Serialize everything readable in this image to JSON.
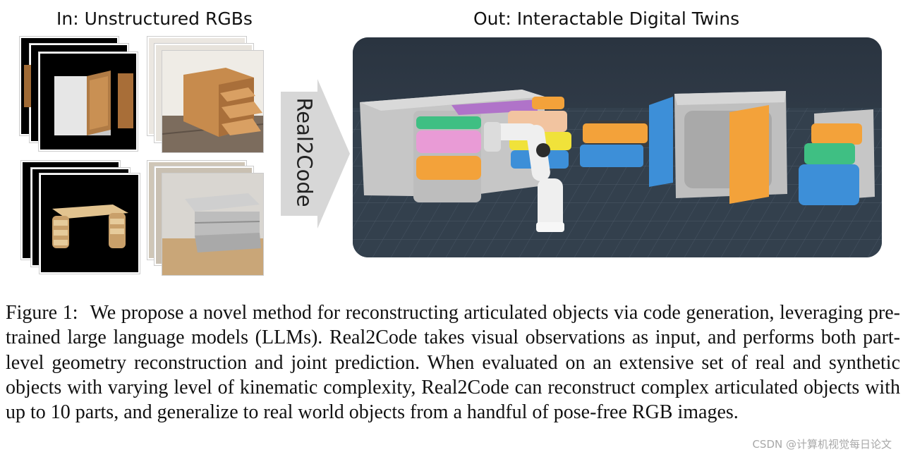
{
  "figure": {
    "input_heading": "In: Unstructured RGBs",
    "output_heading": "Out: Interactable Digital Twins",
    "arrow_label": "Real2Code"
  },
  "caption": {
    "label": "Figure 1:",
    "text": "We propose a novel method for reconstructing articulated objects via code generation, leveraging pre-trained large language models (LLMs). Real2Code takes visual observations as input, and performs both part-level geometry reconstruction and joint prediction. When evaluated on an extensive set of real and synthetic objects with varying level of kinematic complexity, Real2Code can reconstruct complex articulated objects with up to 10 parts, and generalize to real world objects from a handful of pose-free RGB images."
  },
  "watermark": "CSDN @计算机视觉每日论文",
  "colors": {
    "part_orange": "#f3a23a",
    "part_blue": "#3d8fd8",
    "part_green": "#3fbf83",
    "part_pink": "#e99bd6",
    "part_yellow": "#f0e23a",
    "part_purple": "#b073c9",
    "body_gray": "#c7c7c7",
    "floor": "#2f3a46"
  }
}
